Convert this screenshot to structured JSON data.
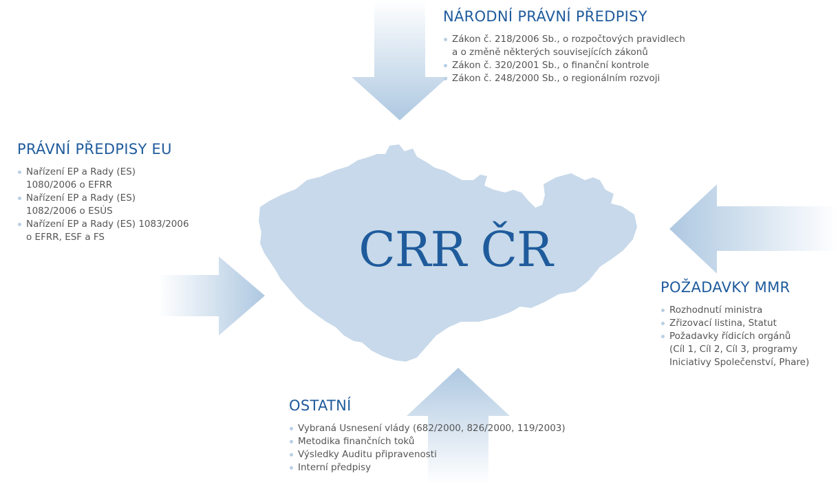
{
  "center": {
    "title": "CRR ČR"
  },
  "top": {
    "heading": "NÁRODNÍ PRÁVNÍ PŘEDPISY",
    "items": [
      [
        "Zákon č. 218/2006 Sb., o rozpočtových pravidlech",
        "a o změně některých souvisejících zákonů"
      ],
      [
        "Zákon č. 320/2001 Sb., o finanční kontrole"
      ],
      [
        "Zákon č. 248/2000 Sb., o regionálním rozvoji"
      ]
    ]
  },
  "left": {
    "heading": "PRÁVNÍ PŘEDPISY EU",
    "items": [
      [
        "Nařízení EP a Rady (ES)",
        "1080/2006 o EFRR"
      ],
      [
        "Nařízení EP a Rady (ES)",
        "1082/2006 o ESÚS"
      ],
      [
        "Nařízení EP a Rady (ES) 1083/2006",
        "o EFRR, ESF a FS"
      ]
    ]
  },
  "right": {
    "heading": "POŽADAVKY MMR",
    "items": [
      [
        "Rozhodnutí ministra"
      ],
      [
        "Zřizovací listina, Statut"
      ],
      [
        "Požadavky řídicích orgánů",
        "(Cíl 1, Cíl 2, Cíl 3, programy",
        "Iniciativy Společenství, Phare)"
      ]
    ]
  },
  "bottom": {
    "heading": "OSTATNÍ",
    "items": [
      [
        "Vybraná Usnesení vlády (682/2000, 826/2000, 119/2003)"
      ],
      [
        "Metodika finančních toků"
      ],
      [
        "Výsledky Auditu připravenosti"
      ],
      [
        "Interní předpisy"
      ]
    ]
  },
  "colors": {
    "accent": "#1f5b9c",
    "map_fill": "#c7d9ea",
    "arrow_light": "#ffffff",
    "arrow_dark": "#aec8e1",
    "bullet": "#b9cfe3"
  }
}
